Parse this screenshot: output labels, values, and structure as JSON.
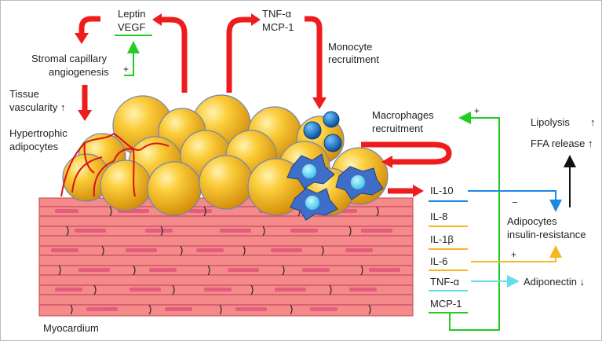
{
  "labels": {
    "leptin": "Leptin",
    "vegf": "VEGF",
    "tnf_alpha_top": "TNF-α",
    "mcp1_top": "MCP-1",
    "stromal_1": "Stromal capillary",
    "stromal_2": "angiogenesis",
    "plus_left": "+",
    "monocyte_1": "Monocyte",
    "monocyte_2": "recruitment",
    "tissue_1": "Tissue",
    "tissue_2": "vascularity ↑",
    "hypertrophic_1": "Hypertrophic",
    "hypertrophic_2": "adipocytes",
    "macrophages_1": "Macrophages",
    "macrophages_2": "recruitment",
    "plus_green": "+",
    "lipolysis": "Lipolysis",
    "lipolysis_arrow": "↑",
    "ffa": "FFA release ↑",
    "minus": "−",
    "adipocytes_1": "Adipocytes",
    "adipocytes_2": "insulin-resistance",
    "plus_il6": "+",
    "adiponectin": "Adiponectin ↓",
    "myocardium": "Myocardium"
  },
  "cytokines": [
    {
      "label": "IL-10",
      "underline": "#1e88e5"
    },
    {
      "label": "IL-8",
      "underline": "#f5b720"
    },
    {
      "label": "IL-1β",
      "underline": "#f5b720"
    },
    {
      "label": "IL-6",
      "underline": "#f5b720"
    },
    {
      "label": "TNF-α",
      "underline": "#66ddee"
    },
    {
      "label": "MCP-1",
      "underline": "#22cc22"
    }
  ],
  "colors": {
    "red_arrow": "#ee1c1c",
    "green": "#22cc22",
    "blue": "#1e88e5",
    "orange": "#f5b720",
    "cyan": "#66ddee",
    "adipocyte": "#f5b51b",
    "muscle": "#f48a8a",
    "macrophage": "#3f6ec6"
  }
}
